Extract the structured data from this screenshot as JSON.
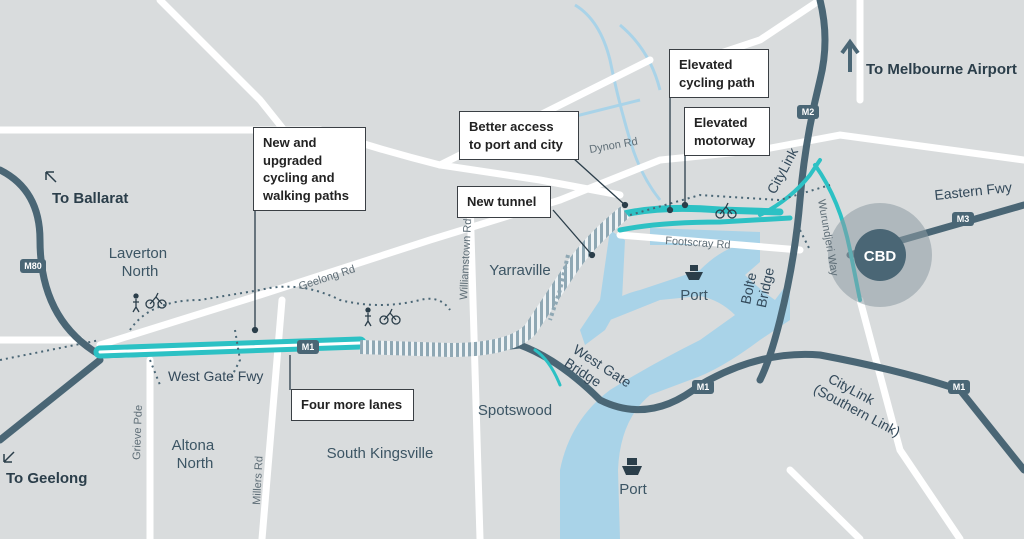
{
  "map": {
    "colors": {
      "land": "#d9dcdd",
      "water": "#a9d3e8",
      "road": "#ffffff",
      "freeway": "#4a6675",
      "project": "#2cc1c4",
      "tunnel": "#8fa8b4",
      "cbd": "#4a6675"
    },
    "directions": {
      "melbourne_airport": "To Melbourne Airport",
      "ballarat": "To Ballarat",
      "geelong": "To Geelong"
    },
    "callouts": {
      "cycling_paths": "New and upgraded cycling and walking paths",
      "port_access": "Better access to port and city",
      "elevated_cycling": "Elevated cycling path",
      "elevated_motorway": "Elevated motorway",
      "new_tunnel": "New tunnel",
      "four_lanes": "Four more lanes"
    },
    "places": {
      "laverton_north": [
        "Laverton",
        "North"
      ],
      "altona_north": [
        "Altona",
        "North"
      ],
      "south_kingsville": "South Kingsville",
      "yarraville": "Yarraville",
      "spotswood": "Spotswood",
      "port_upper": "Port",
      "port_lower": "Port",
      "cbd": "CBD"
    },
    "roads": {
      "geelong_rd": "Geelong Rd",
      "williamstown_rd": "Williamstown Rd",
      "millers_rd": "Millers Rd",
      "grieve_pde": "Grieve Pde",
      "dynon_rd": "Dynon Rd",
      "footscray_rd": "Footscray Rd",
      "wurundjeri_way": "Wurundjeri Way"
    },
    "freeways": {
      "west_gate_fwy": "West Gate Fwy",
      "west_gate_bridge": [
        "West Gate",
        "Bridge"
      ],
      "bolte_bridge": [
        "Bolte",
        "Bridge"
      ],
      "citylink": "CityLink",
      "citylink_southern": [
        "CityLink",
        "(Southern Link)"
      ],
      "eastern_fwy": "Eastern Fwy"
    },
    "shields": {
      "m80": "M80",
      "m1_west": "M1",
      "m1_bridge": "M1",
      "m1_east": "M1",
      "m2": "M2",
      "m3": "M3"
    },
    "icons": [
      "cyclist-pedestrian-icon",
      "ship-icon"
    ]
  }
}
